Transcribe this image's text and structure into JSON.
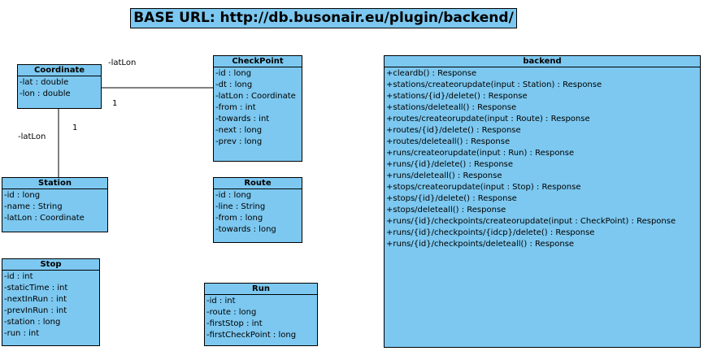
{
  "title": "BASE URL: http://db.busonair.eu/plugin/backend/",
  "classes": {
    "coordinate": {
      "name": "Coordinate",
      "attributes": [
        "-lat : double",
        "-lon : double"
      ]
    },
    "checkpoint": {
      "name": "CheckPoint",
      "attributes": [
        "-id : long",
        "-dt : long",
        "-latLon : Coordinate",
        "-from : int",
        "-towards : int",
        "-next : long",
        "-prev : long"
      ]
    },
    "station": {
      "name": "Station",
      "attributes": [
        "-id : long",
        "-name : String",
        "-latLon : Coordinate"
      ]
    },
    "route": {
      "name": "Route",
      "attributes": [
        "-id : long",
        "-line : String",
        "-from : long",
        "-towards : long"
      ]
    },
    "stop": {
      "name": "Stop",
      "attributes": [
        "-id : int",
        "-staticTime : int",
        "-nextInRun : int",
        "-prevInRun : int",
        "-station : long",
        "-run : int"
      ]
    },
    "run": {
      "name": "Run",
      "attributes": [
        "-id : int",
        "-route : long",
        "-firstStop : int",
        "-firstCheckPoint : long"
      ]
    },
    "backend": {
      "name": "backend",
      "methods": [
        "+cleardb() : Response",
        "+stations/createorupdate(input : Station) : Response",
        "+stations/{id}/delete() : Response",
        "+stations/deleteall() : Response",
        "+routes/createorupdate(input : Route) : Response",
        "+routes/{id}/delete() : Response",
        "+routes/deleteall() : Response",
        "+runs/createorupdate(input : Run) : Response",
        "+runs/{id}/delete() : Response",
        "+runs/deleteall() : Response",
        "+stops/createorupdate(input : Stop) : Response",
        "+stops/{id}/delete() : Response",
        "+stops/deleteall() : Response",
        "+runs/{id}/checkpoints/createorupdate(input : CheckPoint) : Response",
        "+runs/{id}/checkpoints/{idcp}/delete() : Response",
        "+runs/{id}/checkpoints/deleteall() : Response"
      ]
    }
  },
  "associations": {
    "coord_checkpoint": {
      "role": "-latLon",
      "multiplicity": "1"
    },
    "coord_station": {
      "role": "-latLon",
      "multiplicity": "1"
    }
  },
  "colors": {
    "class_fill": "#7cc8f0",
    "border": "#000000"
  }
}
